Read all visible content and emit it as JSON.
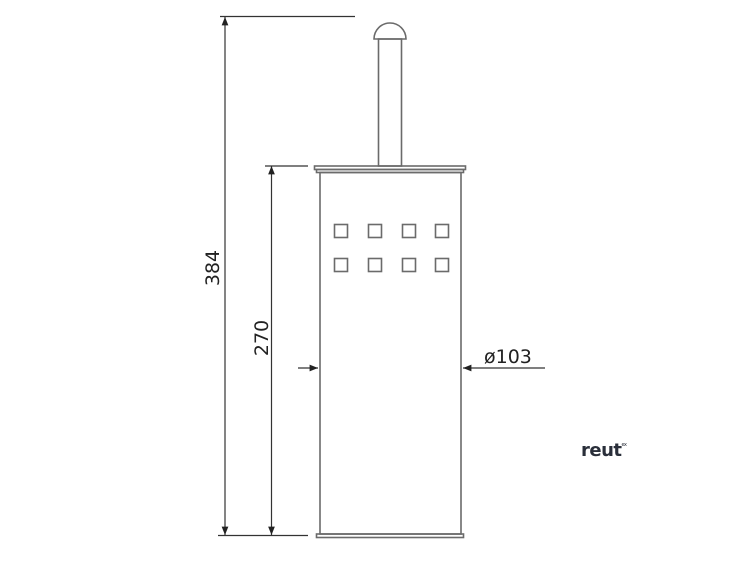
{
  "drawing": {
    "dimensions": {
      "total_height": "384",
      "body_height": "270",
      "diameter": "ø103"
    },
    "window_rows": 2,
    "window_cols": 4,
    "line_color": "#6b6b6b"
  },
  "logo": {
    "text": "reut",
    "mark": "ex"
  }
}
